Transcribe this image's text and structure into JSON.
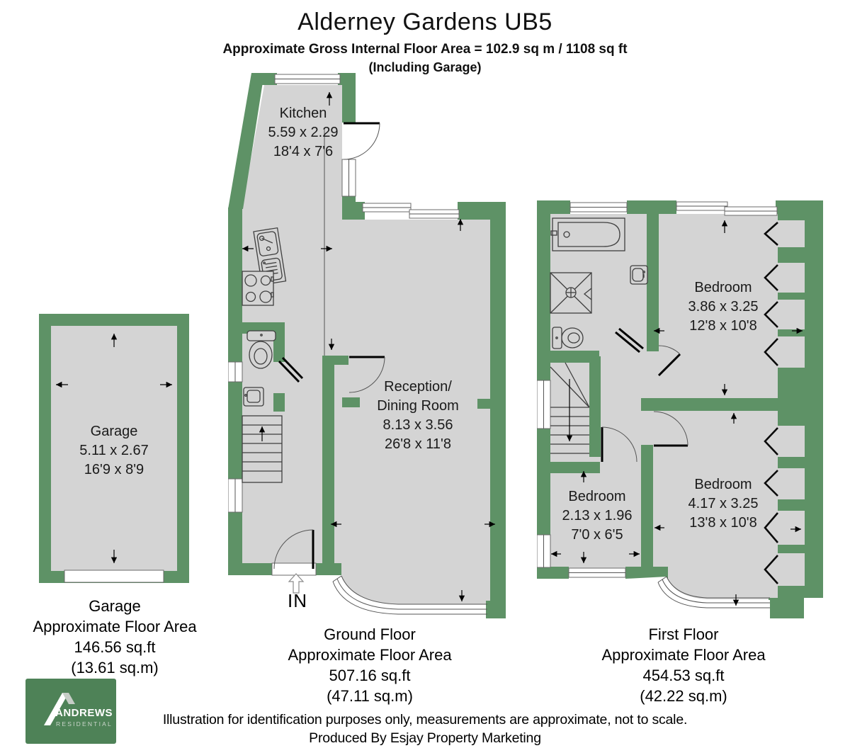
{
  "header": {
    "title": "Alderney Gardens UB5",
    "subtitle": "Approximate Gross Internal Floor Area = 102.9 sq m / 1108 sq ft",
    "subtitle2": "(Including Garage)"
  },
  "rooms": {
    "kitchen": {
      "name": "Kitchen",
      "metric": "5.59 x 2.29",
      "imperial": "18'4 x 7'6"
    },
    "reception": {
      "name": "Reception/",
      "name2": "Dining Room",
      "metric": "8.13 x 3.56",
      "imperial": "26'8 x 11'8"
    },
    "garage": {
      "name": "Garage",
      "metric": "5.11 x 2.67",
      "imperial": "16'9 x 8'9"
    },
    "bedroom1": {
      "name": "Bedroom",
      "metric": "3.86 x 3.25",
      "imperial": "12'8 x 10'8"
    },
    "bedroom2": {
      "name": "Bedroom",
      "metric": "2.13 x 1.96",
      "imperial": "7'0 x 6'5"
    },
    "bedroom3": {
      "name": "Bedroom",
      "metric": "4.17 x 3.25",
      "imperial": "13'8 x 10'8"
    }
  },
  "entrance": {
    "label": "IN"
  },
  "floor_summaries": {
    "garage": {
      "line1": "Garage",
      "line2": "Approximate Floor Area",
      "line3": "146.56 sq.ft",
      "line4": "(13.61 sq.m)"
    },
    "ground": {
      "line1": "Ground Floor",
      "line2": "Approximate Floor Area",
      "line3": "507.16 sq.ft",
      "line4": "(47.11 sq.m)"
    },
    "first": {
      "line1": "First Floor",
      "line2": "Approximate Floor Area",
      "line3": "454.53 sq.ft",
      "line4": "(42.22 sq.m)"
    }
  },
  "footer": {
    "disclaimer": "Illustration for identification purposes only, measurements are approximate, not to scale.",
    "producer": "Produced By Esjay Property Marketing"
  },
  "logo": {
    "brand": "ANDREWS",
    "division": "RESIDENTIAL"
  },
  "colors": {
    "wall": "#5e9266",
    "floor": "#d4d4d4",
    "logo_bg": "#4e8257",
    "line": "#3a3a3a"
  }
}
